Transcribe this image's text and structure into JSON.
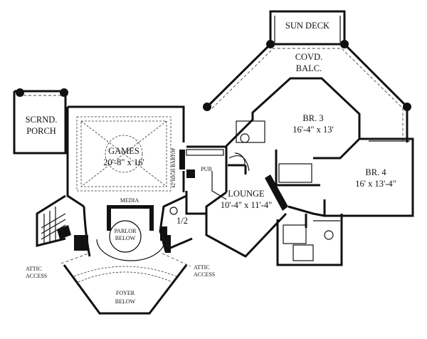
{
  "rooms": {
    "sun_deck": "SUN DECK",
    "covd_balc_1": "COVD.",
    "covd_balc_2": "BALC.",
    "br3_name": "BR. 3",
    "br3_size": "16'-4\" x 13'",
    "br4_name": "BR. 4",
    "br4_size": "16' x 13'-4\"",
    "scrnd_porch_1": "SCRND.",
    "scrnd_porch_2": "PORCH",
    "games_name": "GAMES",
    "games_size": "20'-8\" x 16'",
    "bartop": "42\"HIGH BARTOP",
    "pub": "PUB",
    "lounge_name": "LOUNGE",
    "lounge_size": "10'-4\" x 11'-4\"",
    "media": "MEDIA",
    "parlor_1": "PARLOR",
    "parlor_2": "BELOW",
    "half_bath": "1/2",
    "attic_left_1": "ATTIC",
    "attic_left_2": "ACCESS",
    "attic_right_1": "ATTIC",
    "attic_right_2": "ACCESS",
    "foyer_1": "FOYER",
    "foyer_2": "BELOW"
  }
}
